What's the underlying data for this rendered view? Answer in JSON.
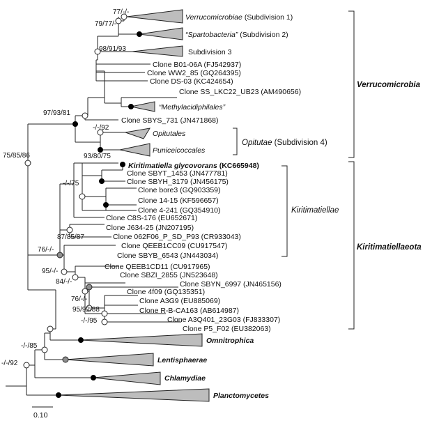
{
  "taxa": {
    "verruco_sub1": {
      "italic": "Verrucomicrobiae",
      "rest": " (Subdivision 1)"
    },
    "sparto_sub2": {
      "italic": "“Spartobacteria”",
      "rest": " (Subdivision 2)"
    },
    "sub3": "Subdivision 3",
    "b01": "Clone  B01-06A (FJ542937)",
    "ww2": "Clone WW2_85 (GQ264395)",
    "ds03": "Clone DS-03 (KC424654)",
    "ss_lkc": "Clone SS_LKC22_UB23 (AM490656)",
    "methyl": "“Methylacidiphilales”",
    "sbys": "Clone SBYS_731 (JN471868)",
    "opitutales": "Opitutales",
    "punicei": "Puniceicoccales",
    "kiriti_glyco": "Kiritimatiella glycovorans",
    "kiriti_acc": " (KC665948)",
    "sbyt": "Clone SBYT_1453 (JN477781)",
    "sbyh": "Clone SBYH_3179 (JN456175)",
    "bore3": "Clone bore3 (GQ903359)",
    "c1415": "Clone 14-15 (KF596657)",
    "c4241": "Clone 4-241 (GQ354910)",
    "c8s": "Clone C8S-176 (EU652671)",
    "j634": "Clone J634-25 (JN207195)",
    "c062": "Clone 062F06_P_SD_P93 (CR933043)",
    "qeeb1cc09": "Clone QEEB1CC09 (CU917547)",
    "sbyb": "Clone SBYB_6543 (JN443034)",
    "qeeb1cd11": "Clone QEEB1CD11 (CU917965)",
    "sbzi": "Clone SBZI_2855 (JN523648)",
    "sbyn": "Clone SBYN_6997 (JN465156)",
    "c4f09": "Clone 4f09 (GQ135351)",
    "a3g9": "Clone A3G9 (EU885069)",
    "rbca": "Clone R-B-CA163 (AB614987)",
    "a3q401": "Clone  A3Q401_23G03 (FJ833307)",
    "p5f02": "Clone P5_F02 (EU382063)",
    "omni": "Omnitrophica",
    "lenti": "Lentisphaerae",
    "chlam": "Chlamydiae",
    "planc": "Planctomycetes"
  },
  "support": {
    "s1": "77/-/-",
    "s2": "79/77/-",
    "s3": "98/91/93",
    "s4": "97/93/81",
    "s5": "-/-/92",
    "s6": "93/80/75",
    "s7": "75/85/86",
    "s8": "-/-/75",
    "s9": "87/85/87",
    "s10": "76/-/-",
    "s11": "95/-/-",
    "s12": "84/-/-",
    "s13": "76/-/-",
    "s14": "95/92/88",
    "s15": "-/-/95",
    "s16": "-/-/85",
    "s17": "-/-/92"
  },
  "groups": {
    "verrucomicrobia": "Verrucomicrobia",
    "opitutae_italic": "Opitutae",
    "opitutae_rest": " (Subdivision 4)",
    "kiritimatiellae": "Kiritimatiellae",
    "kiritimatiellaeota": "Kiritimatiellaeota"
  },
  "scale": {
    "label": "0.10"
  }
}
